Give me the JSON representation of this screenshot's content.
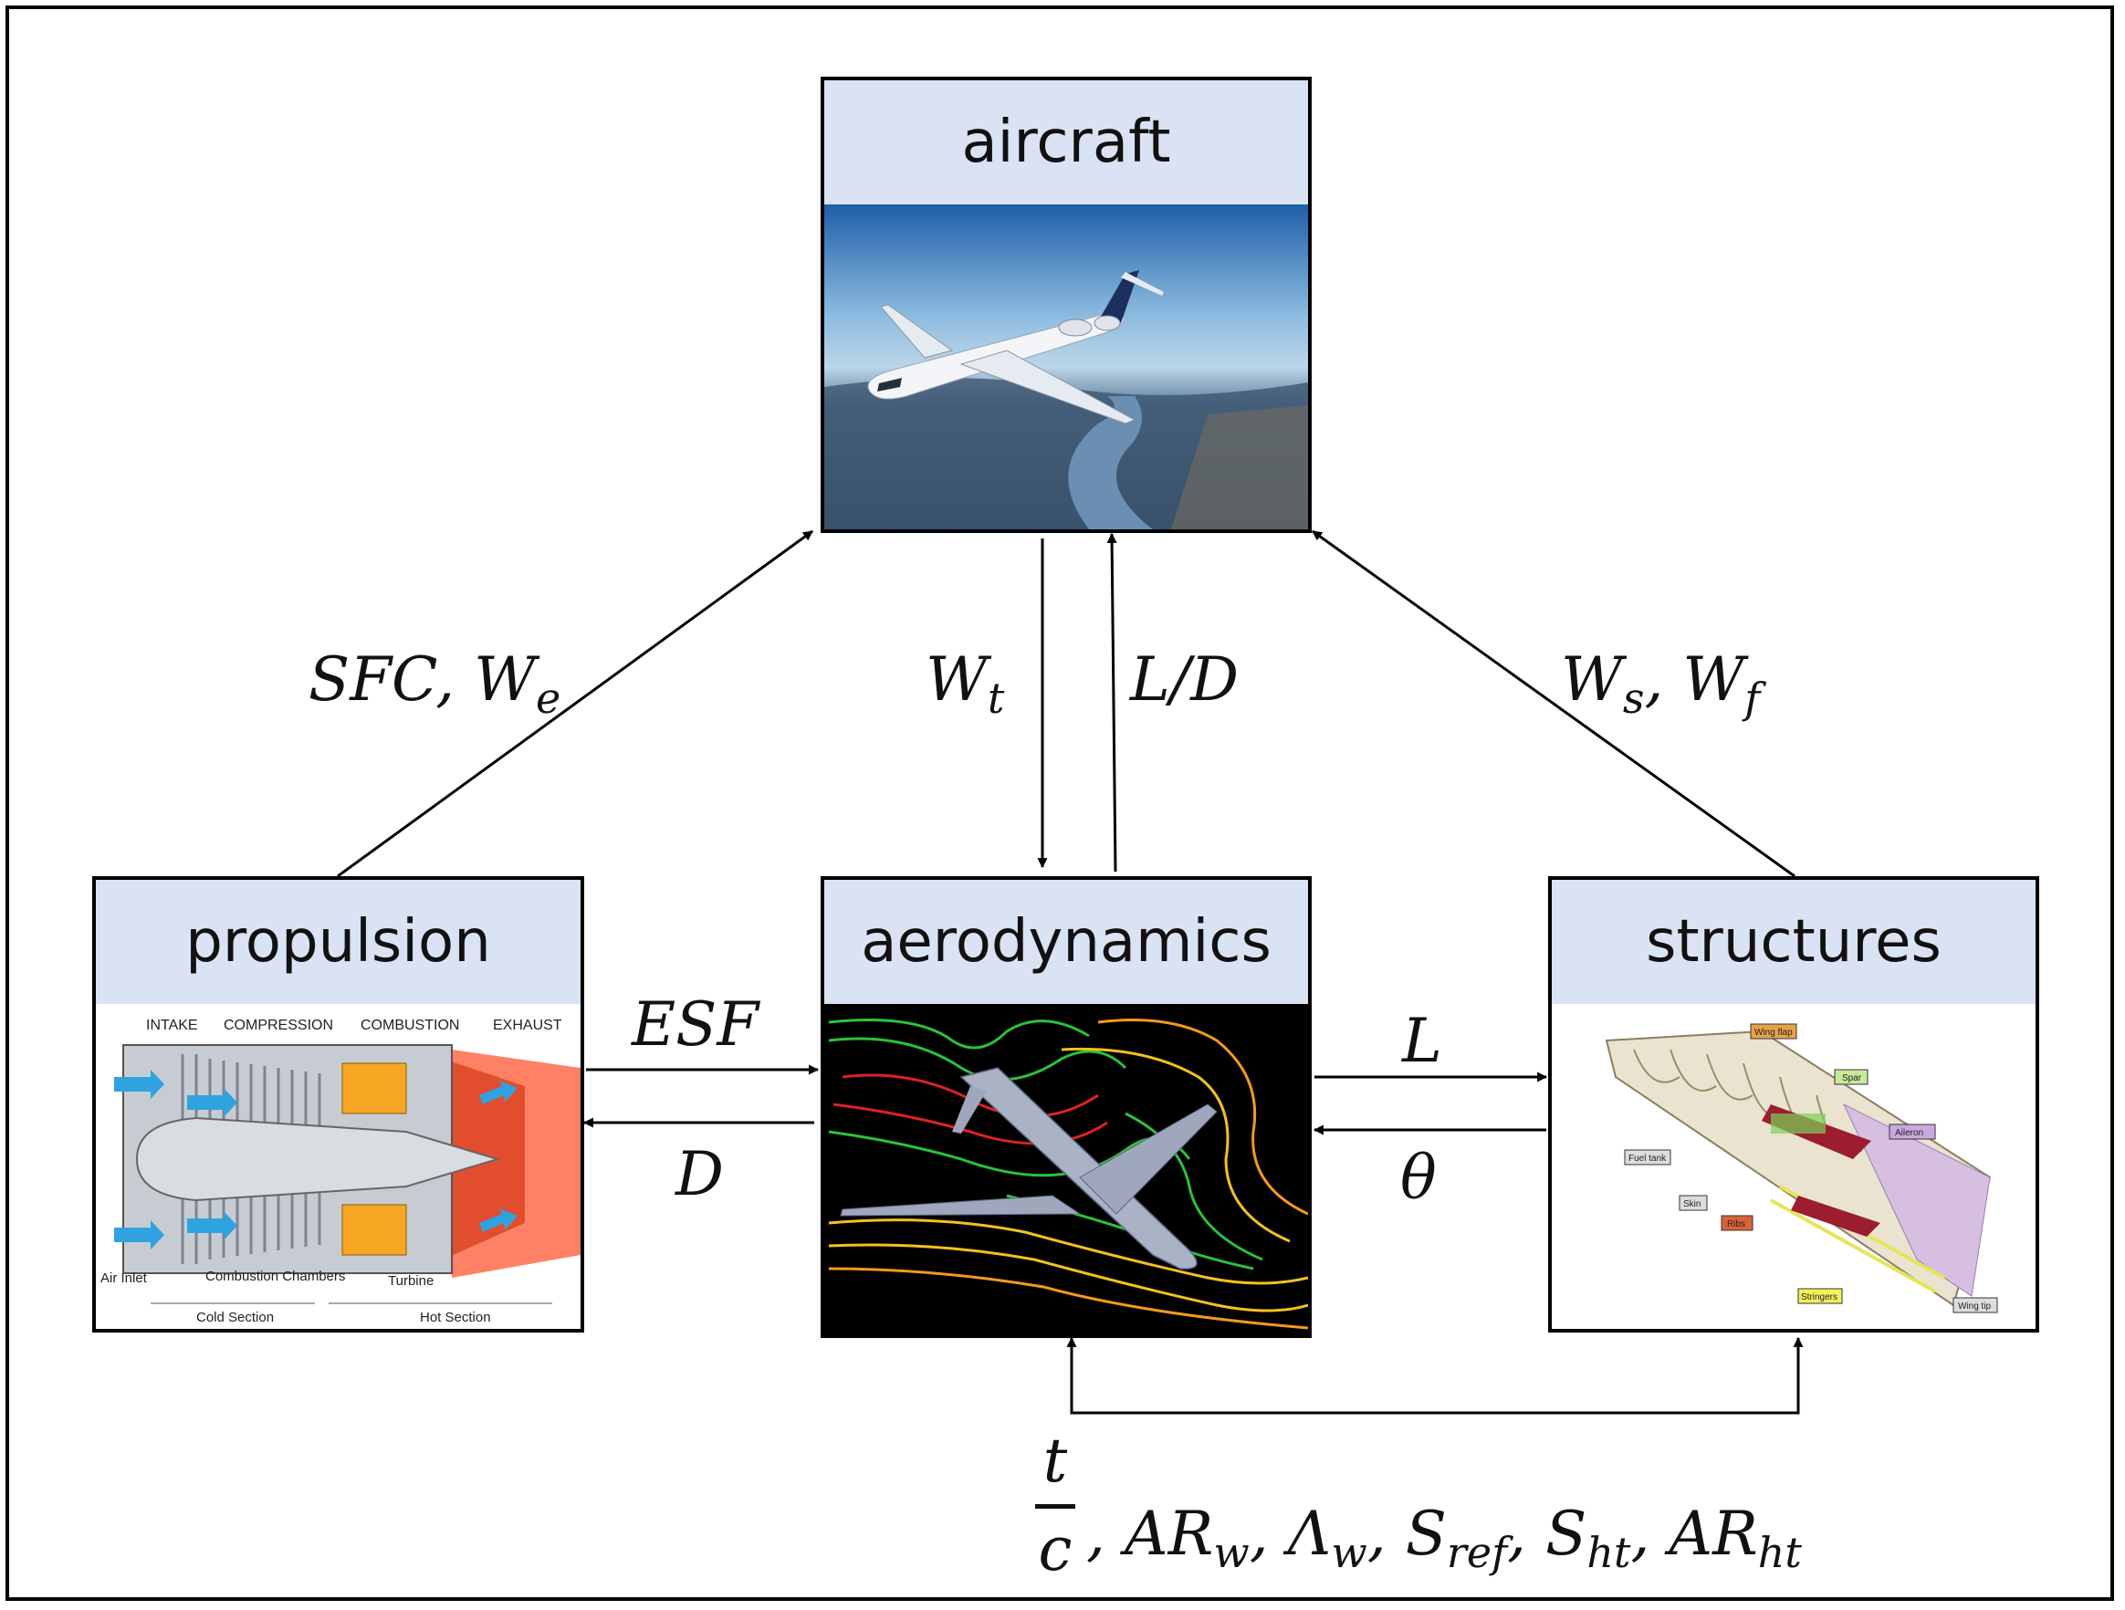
{
  "boxes": {
    "aircraft": "aircraft",
    "propulsion": "propulsion",
    "aerodynamics": "aerodynamics",
    "structures": "structures"
  },
  "engine_labels": {
    "intake": "INTAKE",
    "compression": "COMPRESSION",
    "combustion": "COMBUSTION",
    "exhaust": "EXHAUST",
    "air_inlet": "Air Inlet",
    "chambers": "Combustion Chambers",
    "turbine": "Turbine",
    "cold": "Cold Section",
    "hot": "Hot Section"
  },
  "wing_labels": {
    "wing_flap": "Wing flap",
    "spar": "Spar",
    "aileron": "Aileron",
    "fuel_tank": "Fuel tank",
    "skin": "Skin",
    "ribs": "Ribs",
    "stringers": "Stringers",
    "wing_tip": "Wing tip"
  },
  "variables": {
    "sfc": "SFC",
    "w": "W",
    "sub_e": "e",
    "sub_t": "t",
    "ld": "L/D",
    "sub_s": "s",
    "sub_f": "f",
    "esf": "ESF",
    "d": "D",
    "l": "L",
    "theta": "θ",
    "frac_num": "t",
    "frac_den": "c",
    "ar": "AR",
    "sub_w": "w",
    "lambda": "Λ",
    "s": "S",
    "sub_ref": "ref",
    "sub_ht": "ht",
    "comma": ","
  }
}
